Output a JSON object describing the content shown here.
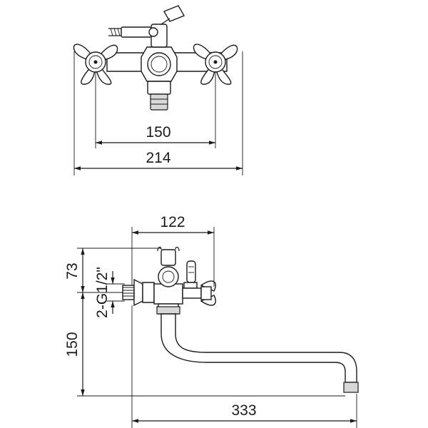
{
  "top_view": {
    "dim_handles": "150",
    "dim_overall_width": "214"
  },
  "side_view": {
    "dim_depth": "122",
    "dim_upper_height": "73",
    "dim_thread": "2-G1/2\"",
    "dim_lower_height": "150",
    "dim_spout_reach": "333"
  }
}
